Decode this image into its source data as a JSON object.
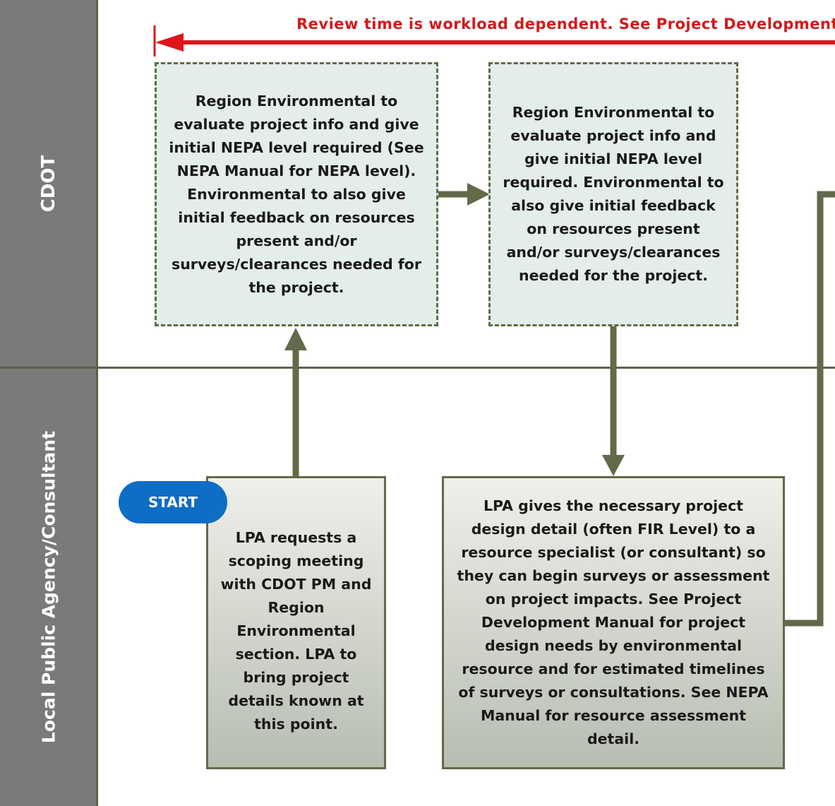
{
  "lanes": {
    "cdot": "CDOT",
    "lpa": "Local Public Agency/Consultant"
  },
  "review_note": "Review time is workload dependent. See Project Development",
  "start_label": "START",
  "boxes": {
    "region_env_1": "Region Environmental to evaluate project info and give initial NEPA level required (See NEPA Manual for NEPA level). Environmental to also give initial feedback on resources present and/or surveys/clearances needed for the project.",
    "region_env_2": "Region Environmental to evaluate project info and give initial NEPA level required. Environmental to also give initial feedback on resources present and/or surveys/clearances needed for the project.",
    "lpa_request": "LPA requests a scoping meeting with CDOT PM and Region Environmental section. LPA to bring project details known at this point.",
    "lpa_design": "LPA gives the necessary project design detail (often FIR Level) to a resource specialist (or consultant) so they can begin surveys or assessment on project impacts. See Project Development Manual for project design needs by environmental resource and for estimated timelines of surveys or consultations. See NEPA Manual for resource assessment detail."
  },
  "colors": {
    "lane_label_bg": "#7a7a7a",
    "connector": "#616a49",
    "review_arrow": "#e0141b",
    "start_pill": "#0e6dc5"
  }
}
